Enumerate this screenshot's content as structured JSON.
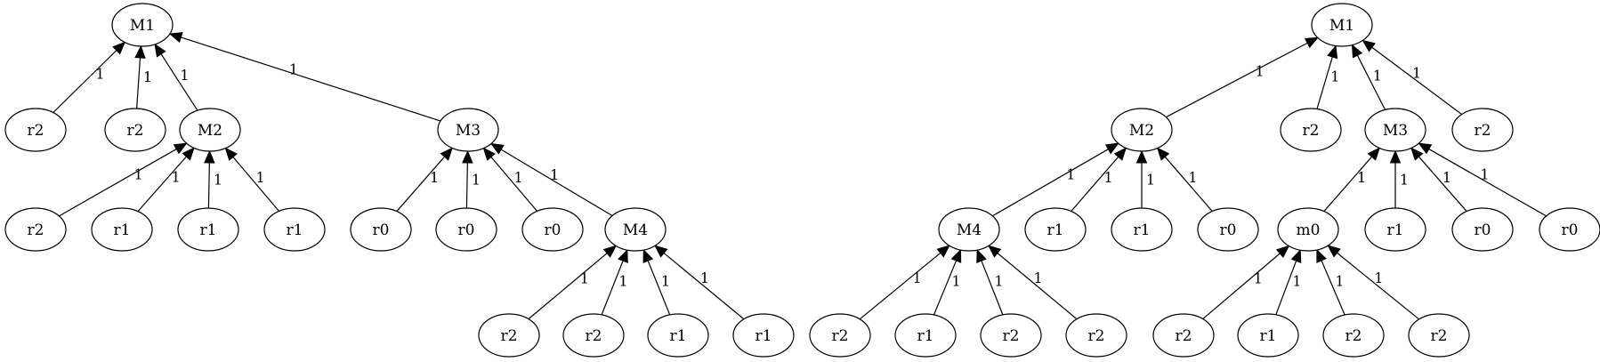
{
  "trees": [
    {
      "nodes": [
        {
          "id": "a1",
          "label": "M1"
        },
        {
          "id": "a2",
          "label": "r2"
        },
        {
          "id": "a3",
          "label": "r2"
        },
        {
          "id": "a4",
          "label": "M2"
        },
        {
          "id": "a5",
          "label": "M3"
        },
        {
          "id": "a6",
          "label": "r2"
        },
        {
          "id": "a7",
          "label": "r1"
        },
        {
          "id": "a8",
          "label": "r1"
        },
        {
          "id": "a9",
          "label": "r1"
        },
        {
          "id": "a10",
          "label": "r0"
        },
        {
          "id": "a11",
          "label": "r0"
        },
        {
          "id": "a12",
          "label": "r0"
        },
        {
          "id": "a13",
          "label": "M4"
        },
        {
          "id": "a14",
          "label": "r2"
        },
        {
          "id": "a15",
          "label": "r2"
        },
        {
          "id": "a16",
          "label": "r1"
        },
        {
          "id": "a17",
          "label": "r1"
        }
      ],
      "edges": [
        {
          "from": "a2",
          "to": "a1",
          "label": "1"
        },
        {
          "from": "a3",
          "to": "a1",
          "label": "1"
        },
        {
          "from": "a4",
          "to": "a1",
          "label": "1"
        },
        {
          "from": "a5",
          "to": "a1",
          "label": "1"
        },
        {
          "from": "a6",
          "to": "a4",
          "label": "1"
        },
        {
          "from": "a7",
          "to": "a4",
          "label": "1"
        },
        {
          "from": "a8",
          "to": "a4",
          "label": "1"
        },
        {
          "from": "a9",
          "to": "a4",
          "label": "1"
        },
        {
          "from": "a10",
          "to": "a5",
          "label": "1"
        },
        {
          "from": "a11",
          "to": "a5",
          "label": "1"
        },
        {
          "from": "a12",
          "to": "a5",
          "label": "1"
        },
        {
          "from": "a13",
          "to": "a5",
          "label": "1"
        },
        {
          "from": "a14",
          "to": "a13",
          "label": "1"
        },
        {
          "from": "a15",
          "to": "a13",
          "label": "1"
        },
        {
          "from": "a16",
          "to": "a13",
          "label": "1"
        },
        {
          "from": "a17",
          "to": "a13",
          "label": "1"
        }
      ]
    },
    {
      "nodes": [
        {
          "id": "b1",
          "label": "M1"
        },
        {
          "id": "b2",
          "label": "M2"
        },
        {
          "id": "b3",
          "label": "r2"
        },
        {
          "id": "b4",
          "label": "M3"
        },
        {
          "id": "b5",
          "label": "r2"
        },
        {
          "id": "b6",
          "label": "M4"
        },
        {
          "id": "b7",
          "label": "r1"
        },
        {
          "id": "b8",
          "label": "r1"
        },
        {
          "id": "b9",
          "label": "r0"
        },
        {
          "id": "b10",
          "label": "m0"
        },
        {
          "id": "b11",
          "label": "r1"
        },
        {
          "id": "b12",
          "label": "r0"
        },
        {
          "id": "b13",
          "label": "r0"
        },
        {
          "id": "b14",
          "label": "r2"
        },
        {
          "id": "b15",
          "label": "r1"
        },
        {
          "id": "b16",
          "label": "r2"
        },
        {
          "id": "b17",
          "label": "r2"
        },
        {
          "id": "b18",
          "label": "r2"
        },
        {
          "id": "b19",
          "label": "r1"
        },
        {
          "id": "b20",
          "label": "r2"
        },
        {
          "id": "b21",
          "label": "r2"
        }
      ],
      "edges": [
        {
          "from": "b2",
          "to": "b1",
          "label": "1"
        },
        {
          "from": "b3",
          "to": "b1",
          "label": "1"
        },
        {
          "from": "b4",
          "to": "b1",
          "label": "1"
        },
        {
          "from": "b5",
          "to": "b1",
          "label": "1"
        },
        {
          "from": "b6",
          "to": "b2",
          "label": "1"
        },
        {
          "from": "b7",
          "to": "b2",
          "label": "1"
        },
        {
          "from": "b8",
          "to": "b2",
          "label": "1"
        },
        {
          "from": "b9",
          "to": "b2",
          "label": "1"
        },
        {
          "from": "b10",
          "to": "b4",
          "label": "1"
        },
        {
          "from": "b11",
          "to": "b4",
          "label": "1"
        },
        {
          "from": "b12",
          "to": "b4",
          "label": "1"
        },
        {
          "from": "b13",
          "to": "b4",
          "label": "1"
        },
        {
          "from": "b14",
          "to": "b6",
          "label": "1"
        },
        {
          "from": "b15",
          "to": "b6",
          "label": "1"
        },
        {
          "from": "b16",
          "to": "b6",
          "label": "1"
        },
        {
          "from": "b17",
          "to": "b6",
          "label": "1"
        },
        {
          "from": "b18",
          "to": "b10",
          "label": "1"
        },
        {
          "from": "b19",
          "to": "b10",
          "label": "1"
        },
        {
          "from": "b20",
          "to": "b10",
          "label": "1"
        },
        {
          "from": "b21",
          "to": "b10",
          "label": "1"
        }
      ]
    }
  ]
}
